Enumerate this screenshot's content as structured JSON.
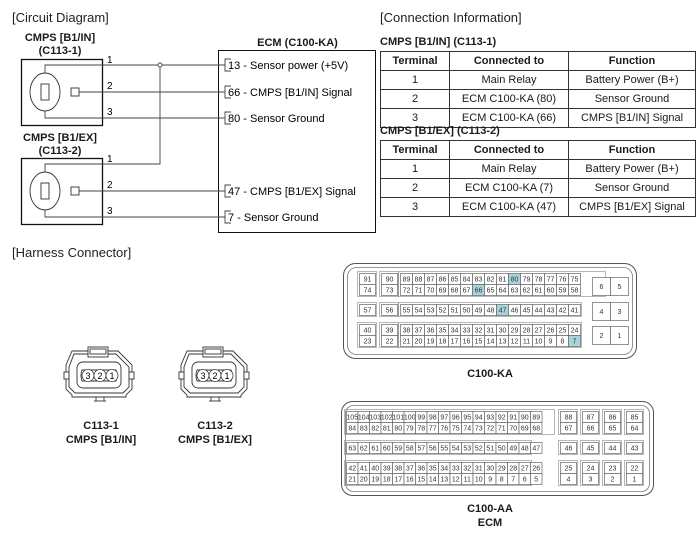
{
  "circuit": {
    "section_title": "[Circuit Diagram]",
    "sensor1": {
      "name": "CMPS [B1/IN]",
      "connector": "(C113-1)"
    },
    "sensor2": {
      "name": "CMPS [B1/EX]",
      "connector": "(C113-2)"
    },
    "ecm_title": "ECM (C100-KA)",
    "pin_labels": [
      "1",
      "2",
      "3"
    ],
    "ecm_pins": [
      "13 - Sensor power (+5V)",
      "66 - CMPS [B1/IN] Signal",
      "80 - Sensor Ground",
      "47 - CMPS [B1/EX] Signal",
      "7 - Sensor Ground"
    ]
  },
  "connection": {
    "section_title": "[Connection Information]",
    "headers": [
      "Terminal",
      "Connected to",
      "Function"
    ],
    "tables": [
      {
        "title": "CMPS [B1/IN] (C113-1)",
        "rows": [
          [
            "1",
            "Main Relay",
            "Battery Power (B+)"
          ],
          [
            "2",
            "ECM C100-KA (80)",
            "Sensor Ground"
          ],
          [
            "3",
            "ECM C100-KA (66)",
            "CMPS [B1/IN] Signal"
          ]
        ]
      },
      {
        "title": "CMPS [B1/EX] (C113-2)",
        "rows": [
          [
            "1",
            "Main Relay",
            "Battery Power (B+)"
          ],
          [
            "2",
            "ECM C100-KA (7)",
            "Sensor Ground"
          ],
          [
            "3",
            "ECM C100-KA (47)",
            "CMPS [B1/EX] Signal"
          ]
        ]
      }
    ]
  },
  "harness": {
    "section_title": "[Harness Connector]",
    "connectors": [
      {
        "id": "C113-1",
        "name": "CMPS [B1/IN]",
        "pins": [
          "3",
          "2",
          "1"
        ]
      },
      {
        "id": "C113-2",
        "name": "CMPS [B1/EX]",
        "pins": [
          "3",
          "2",
          "1"
        ]
      }
    ],
    "c100ka": {
      "caption": "C100-KA",
      "highlight_color": "#a8d4dc",
      "highlighted_pins": [
        "80",
        "66",
        "47",
        "7"
      ]
    },
    "c100aa": {
      "caption": "C100-AA",
      "sub_caption": "ECM"
    }
  }
}
